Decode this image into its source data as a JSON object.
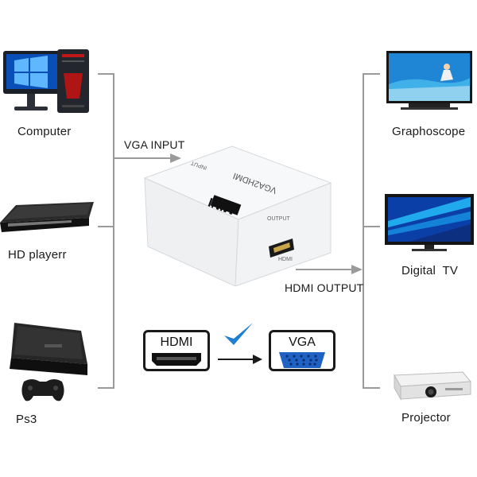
{
  "left_devices": [
    {
      "label": "Computer",
      "icon": "computer-icon"
    },
    {
      "label": "HD playerr",
      "icon": "hd-player-icon"
    },
    {
      "label": "Ps3",
      "icon": "ps3-console-icon"
    }
  ],
  "right_devices": [
    {
      "label": "Graphoscope",
      "icon": "tv-icon"
    },
    {
      "label": "Digital  TV",
      "icon": "digital-tv-icon"
    },
    {
      "label": "Projector",
      "icon": "projector-icon"
    }
  ],
  "converter": {
    "input_label": "VGA INPUT",
    "output_label": "HDMI OUTPUT",
    "top_text": "VGA2HDMI",
    "brand": "MINI",
    "port_input_text": "INPUT",
    "port_output_text": "OUTPUT",
    "port_hdmi_text": "HDMI",
    "color": "#f4f5f6"
  },
  "legend": {
    "hdmi_label": "HDMI",
    "vga_label": "VGA",
    "check_color": "#1f7fd0"
  }
}
